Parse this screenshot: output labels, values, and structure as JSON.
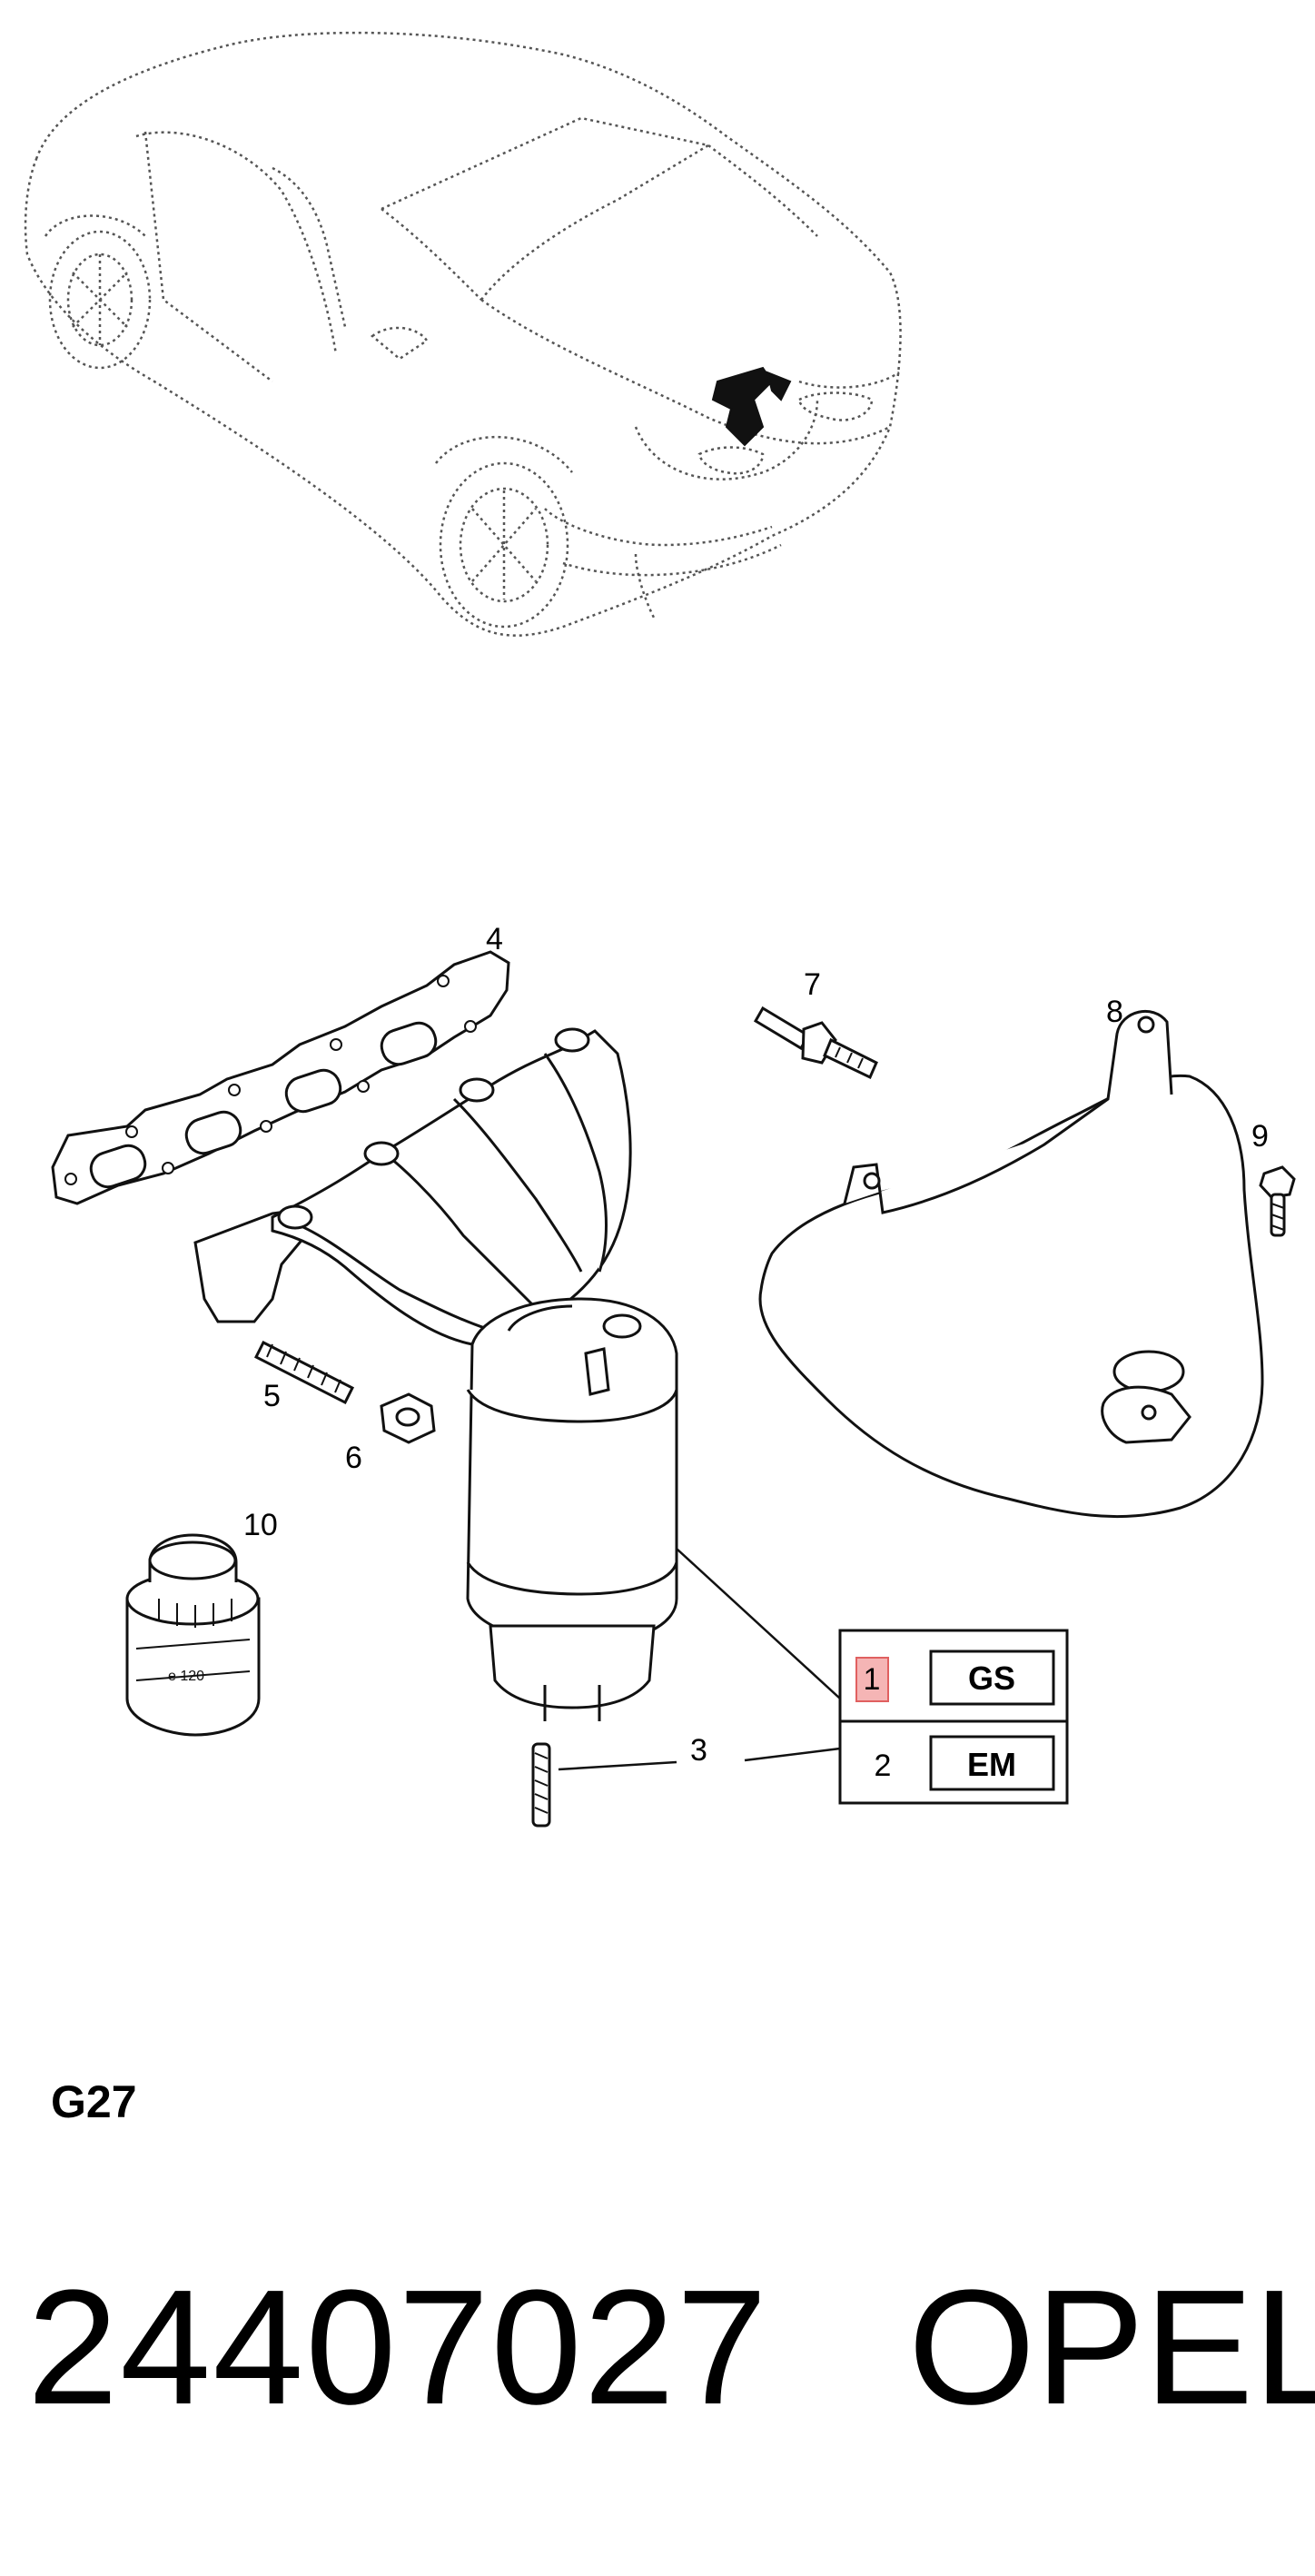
{
  "callouts": {
    "c1": "1",
    "c2": "2",
    "c3": "3",
    "c4": "4",
    "c5": "5",
    "c6": "6",
    "c7": "7",
    "c8": "8",
    "c9": "9",
    "c10": "10"
  },
  "legend": {
    "row1_label": "GS",
    "row2_label": "EM",
    "highlight_color": "#f5b5b5"
  },
  "code_label": "G27",
  "part_number": "24407027",
  "brand": "OPEL"
}
